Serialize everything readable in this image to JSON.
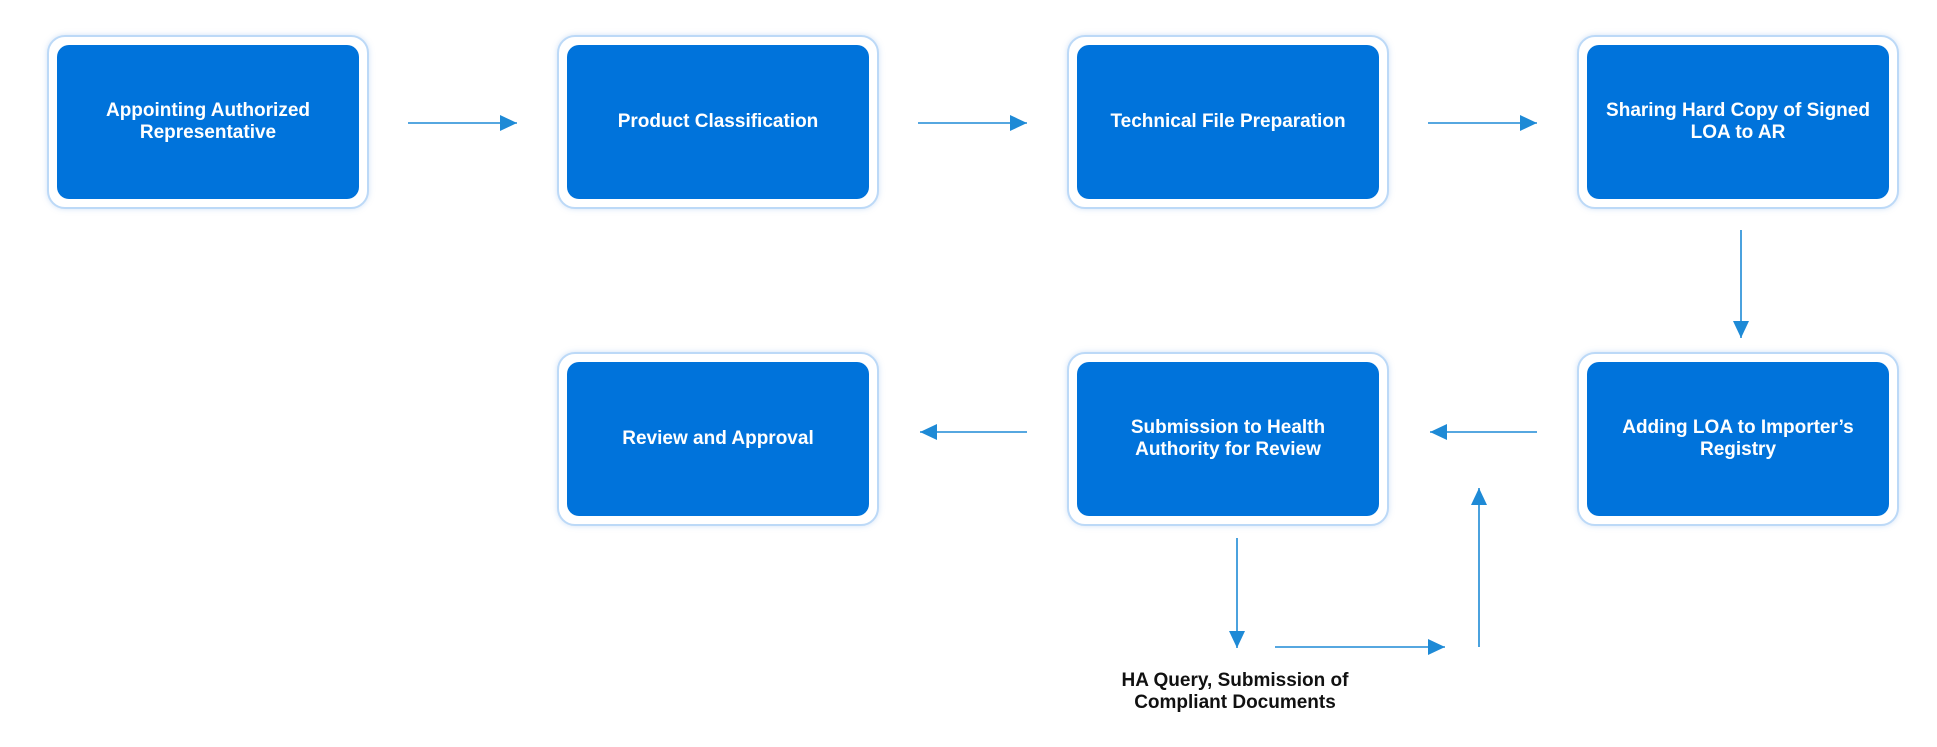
{
  "colors": {
    "box_fill": "#0073db",
    "box_border": "#bcd9f7",
    "box_text": "#ffffff",
    "arrow": "#1e8ad6",
    "note_text": "#111111"
  },
  "steps": [
    {
      "label": "Appointing Authorized Representative"
    },
    {
      "label": "Product Classification"
    },
    {
      "label": "Technical File Preparation"
    },
    {
      "label": "Sharing Hard Copy of Signed LOA to AR"
    },
    {
      "label": "Adding LOA to Importer’s Registry"
    },
    {
      "label": "Submission to Health Authority for Review"
    },
    {
      "label": "Review and Approval"
    }
  ],
  "query_note": {
    "label": "HA Query, Submission of Compliant Documents"
  }
}
